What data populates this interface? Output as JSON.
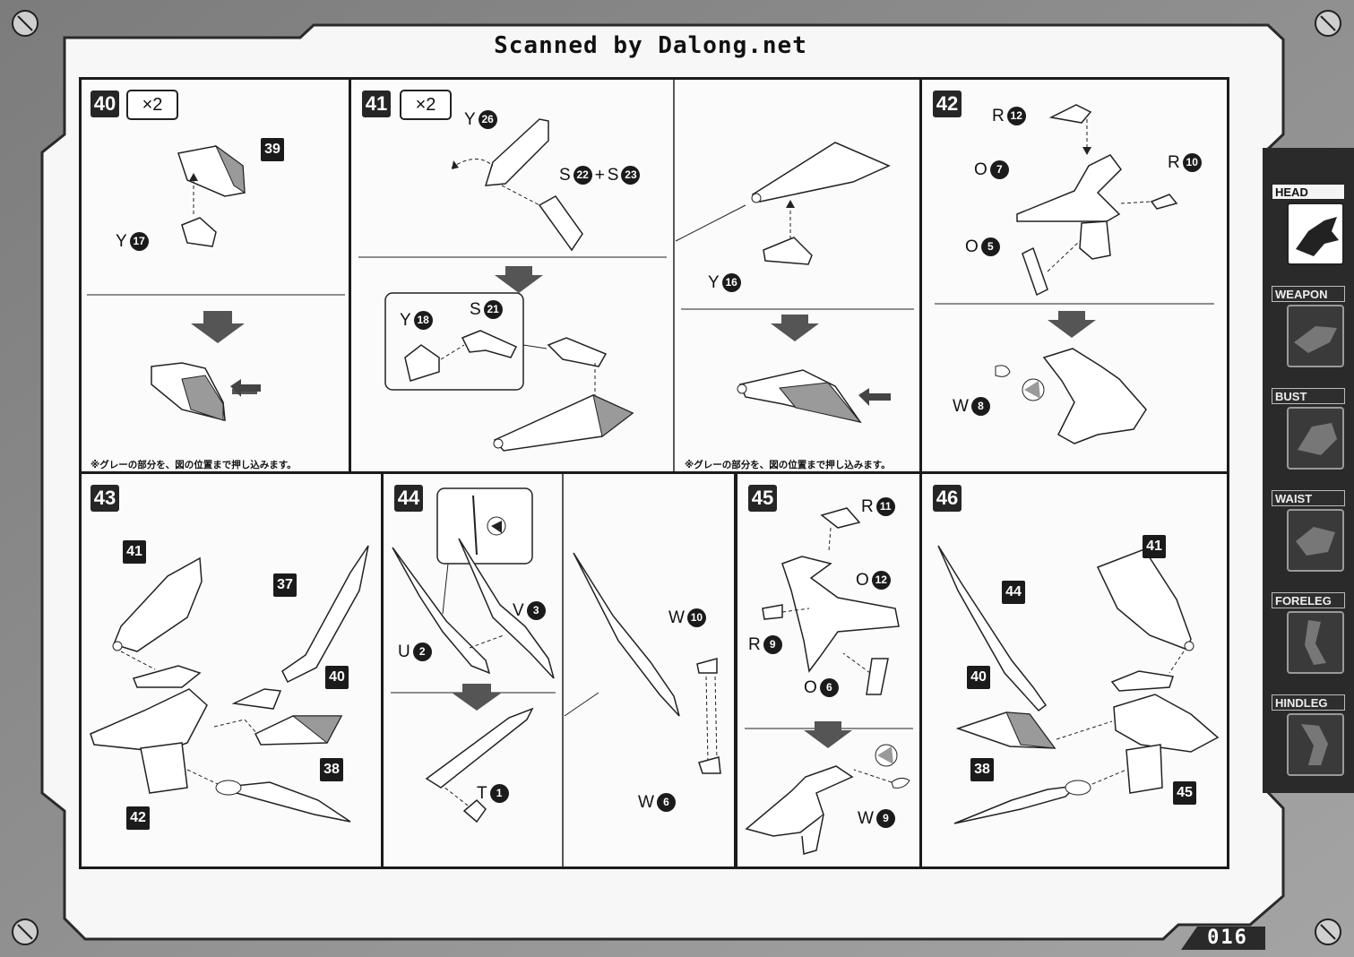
{
  "header": {
    "title": "Scanned by Dalong.net"
  },
  "note_gray": "※グレーの部分を、図の位置まで押し込みます。",
  "steps": {
    "s40": {
      "num": "40",
      "mult": "×2",
      "ref": "39",
      "labels": {
        "y17": {
          "letter": "Y",
          "num": "17"
        }
      }
    },
    "s41": {
      "num": "41",
      "mult": "×2",
      "labels": {
        "y26": {
          "letter": "Y",
          "num": "26"
        },
        "s22": {
          "letter": "S",
          "num": "22"
        },
        "plus": "+",
        "s23": {
          "letter": "S",
          "num": "23"
        },
        "y18": {
          "letter": "Y",
          "num": "18"
        },
        "s21": {
          "letter": "S",
          "num": "21"
        },
        "y16": {
          "letter": "Y",
          "num": "16"
        }
      }
    },
    "s42": {
      "num": "42",
      "labels": {
        "r12": {
          "letter": "R",
          "num": "12"
        },
        "o7": {
          "letter": "O",
          "num": "7"
        },
        "r10": {
          "letter": "R",
          "num": "10"
        },
        "o5": {
          "letter": "O",
          "num": "5"
        },
        "w8": {
          "letter": "W",
          "num": "8"
        }
      }
    },
    "s43": {
      "num": "43",
      "refs": {
        "r41": "41",
        "r37": "37",
        "r40": "40",
        "r38": "38",
        "r42": "42"
      }
    },
    "s44": {
      "num": "44",
      "labels": {
        "u2": {
          "letter": "U",
          "num": "2"
        },
        "v3": {
          "letter": "V",
          "num": "3"
        },
        "t1": {
          "letter": "T",
          "num": "1"
        },
        "w10": {
          "letter": "W",
          "num": "10"
        },
        "w6": {
          "letter": "W",
          "num": "6"
        }
      }
    },
    "s45": {
      "num": "45",
      "labels": {
        "r11": {
          "letter": "R",
          "num": "11"
        },
        "o12": {
          "letter": "O",
          "num": "12"
        },
        "r9": {
          "letter": "R",
          "num": "9"
        },
        "o6": {
          "letter": "O",
          "num": "6"
        },
        "w9": {
          "letter": "W",
          "num": "9"
        }
      }
    },
    "s46": {
      "num": "46",
      "refs": {
        "r41": "41",
        "r44": "44",
        "r40": "40",
        "r38": "38",
        "r45": "45"
      }
    }
  },
  "sidebar": {
    "tabs": [
      "HEAD",
      "WEAPON",
      "BUST",
      "WAIST",
      "FORELEG",
      "HINDLEG"
    ],
    "active": "HEAD"
  },
  "page_number": "016",
  "colors": {
    "frame": "#8d8d8d",
    "panel": "#fbfbfb",
    "ink": "#1b1b1b",
    "part_gray": "#9a9a9a"
  }
}
